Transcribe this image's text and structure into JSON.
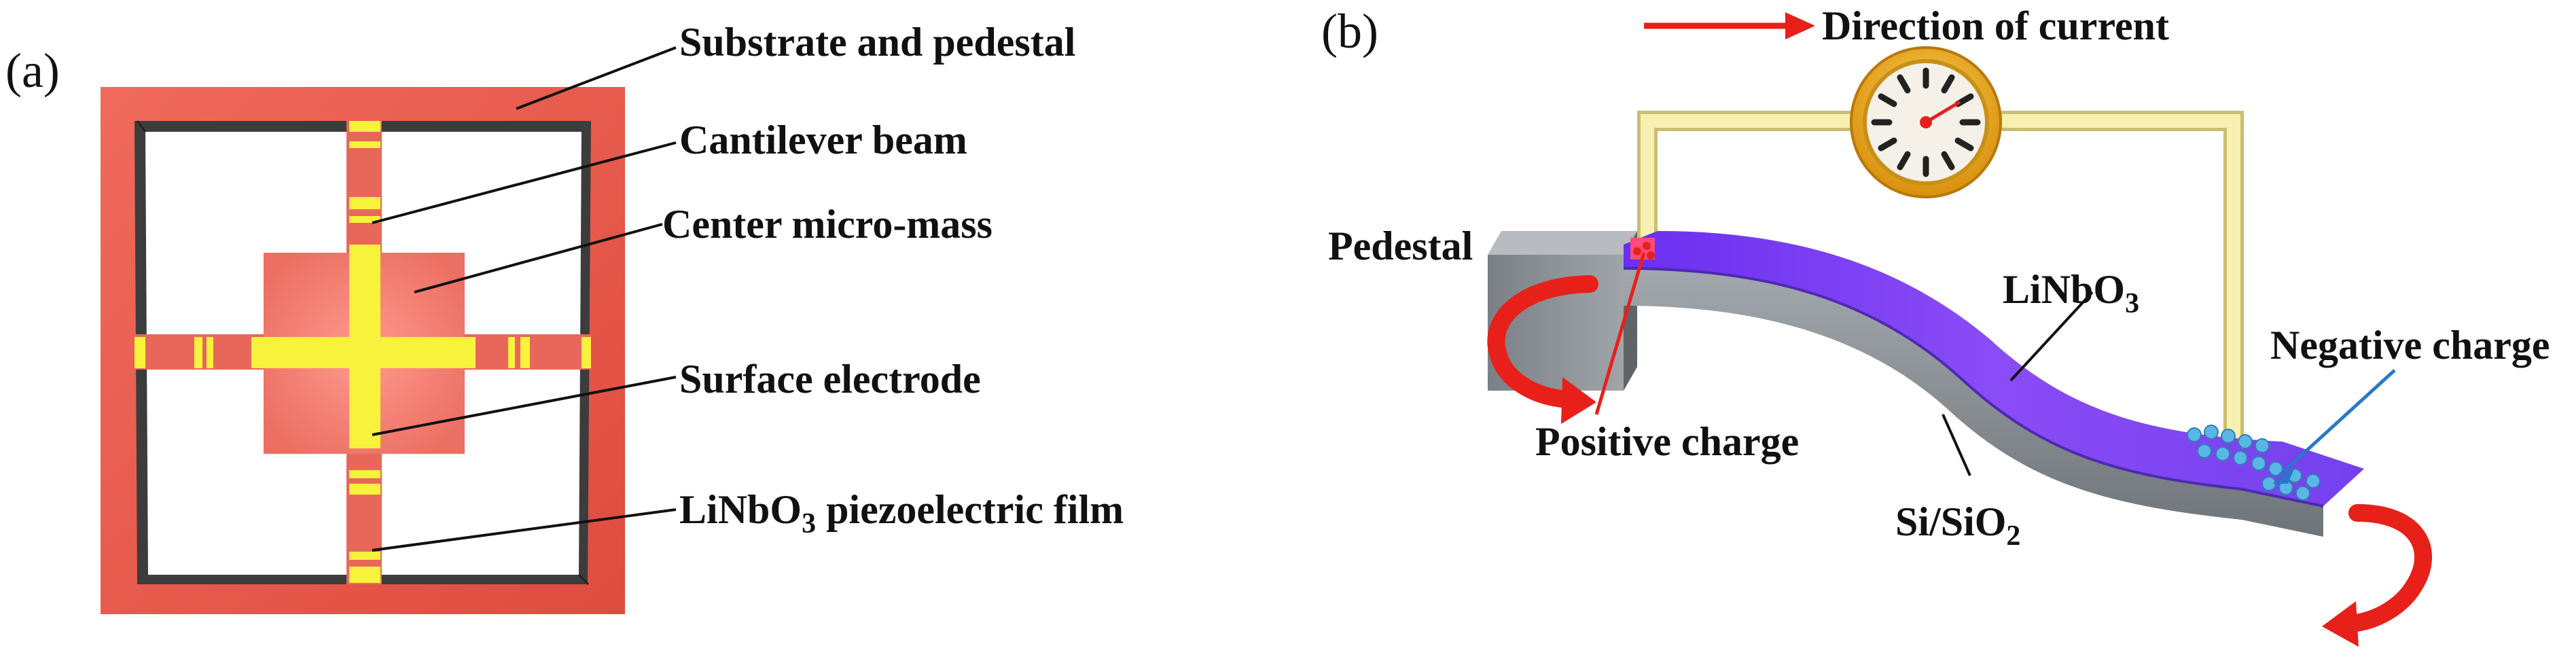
{
  "panel_a": {
    "label": "(a)",
    "substrate_label": "Substrate and pedestal",
    "beam_label": "Cantilever beam",
    "mass_label": "Center micro-mass",
    "electrode_label": "Surface electrode",
    "film_label": "LiNbO",
    "film_label_sub": "3",
    "film_label_rest": " piezoelectric film"
  },
  "panel_b": {
    "label": "(b)",
    "current_label": "Direction of current",
    "pedestal_label": "Pedestal",
    "linbo_label": "LiNbO",
    "linbo_sub": "3",
    "negative_label": "Negative charge",
    "positive_label": "Positive charge",
    "si_label_a": "Si/SiO",
    "si_sub": "2"
  },
  "colors": {
    "frame": "#e65a4c",
    "frame_dark": "#3a3a3a",
    "mass": "#f07b70",
    "electrode": "#f5f23a",
    "beam_film": "#7a3cf0",
    "substrate": "#8e9499",
    "arrow_red": "#e8201a",
    "gauge_gold": "#f2b21e",
    "wire": "#f7f0b0",
    "charge_blue": "#5ab6e6",
    "leader_blue": "#2a77c9"
  },
  "icons": [
    "ammeter-gauge-icon",
    "rotation-arrow-icon",
    "current-direction-arrow-icon"
  ]
}
